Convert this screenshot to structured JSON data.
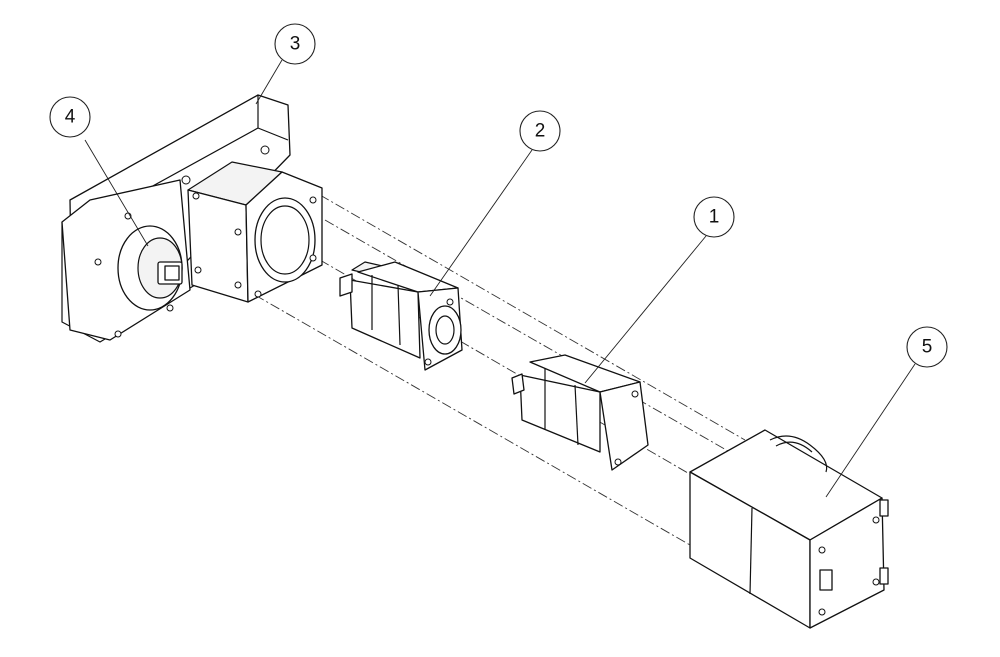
{
  "balloons": [
    {
      "label": "1"
    },
    {
      "label": "2"
    },
    {
      "label": "3"
    },
    {
      "label": "4"
    },
    {
      "label": "5"
    }
  ]
}
